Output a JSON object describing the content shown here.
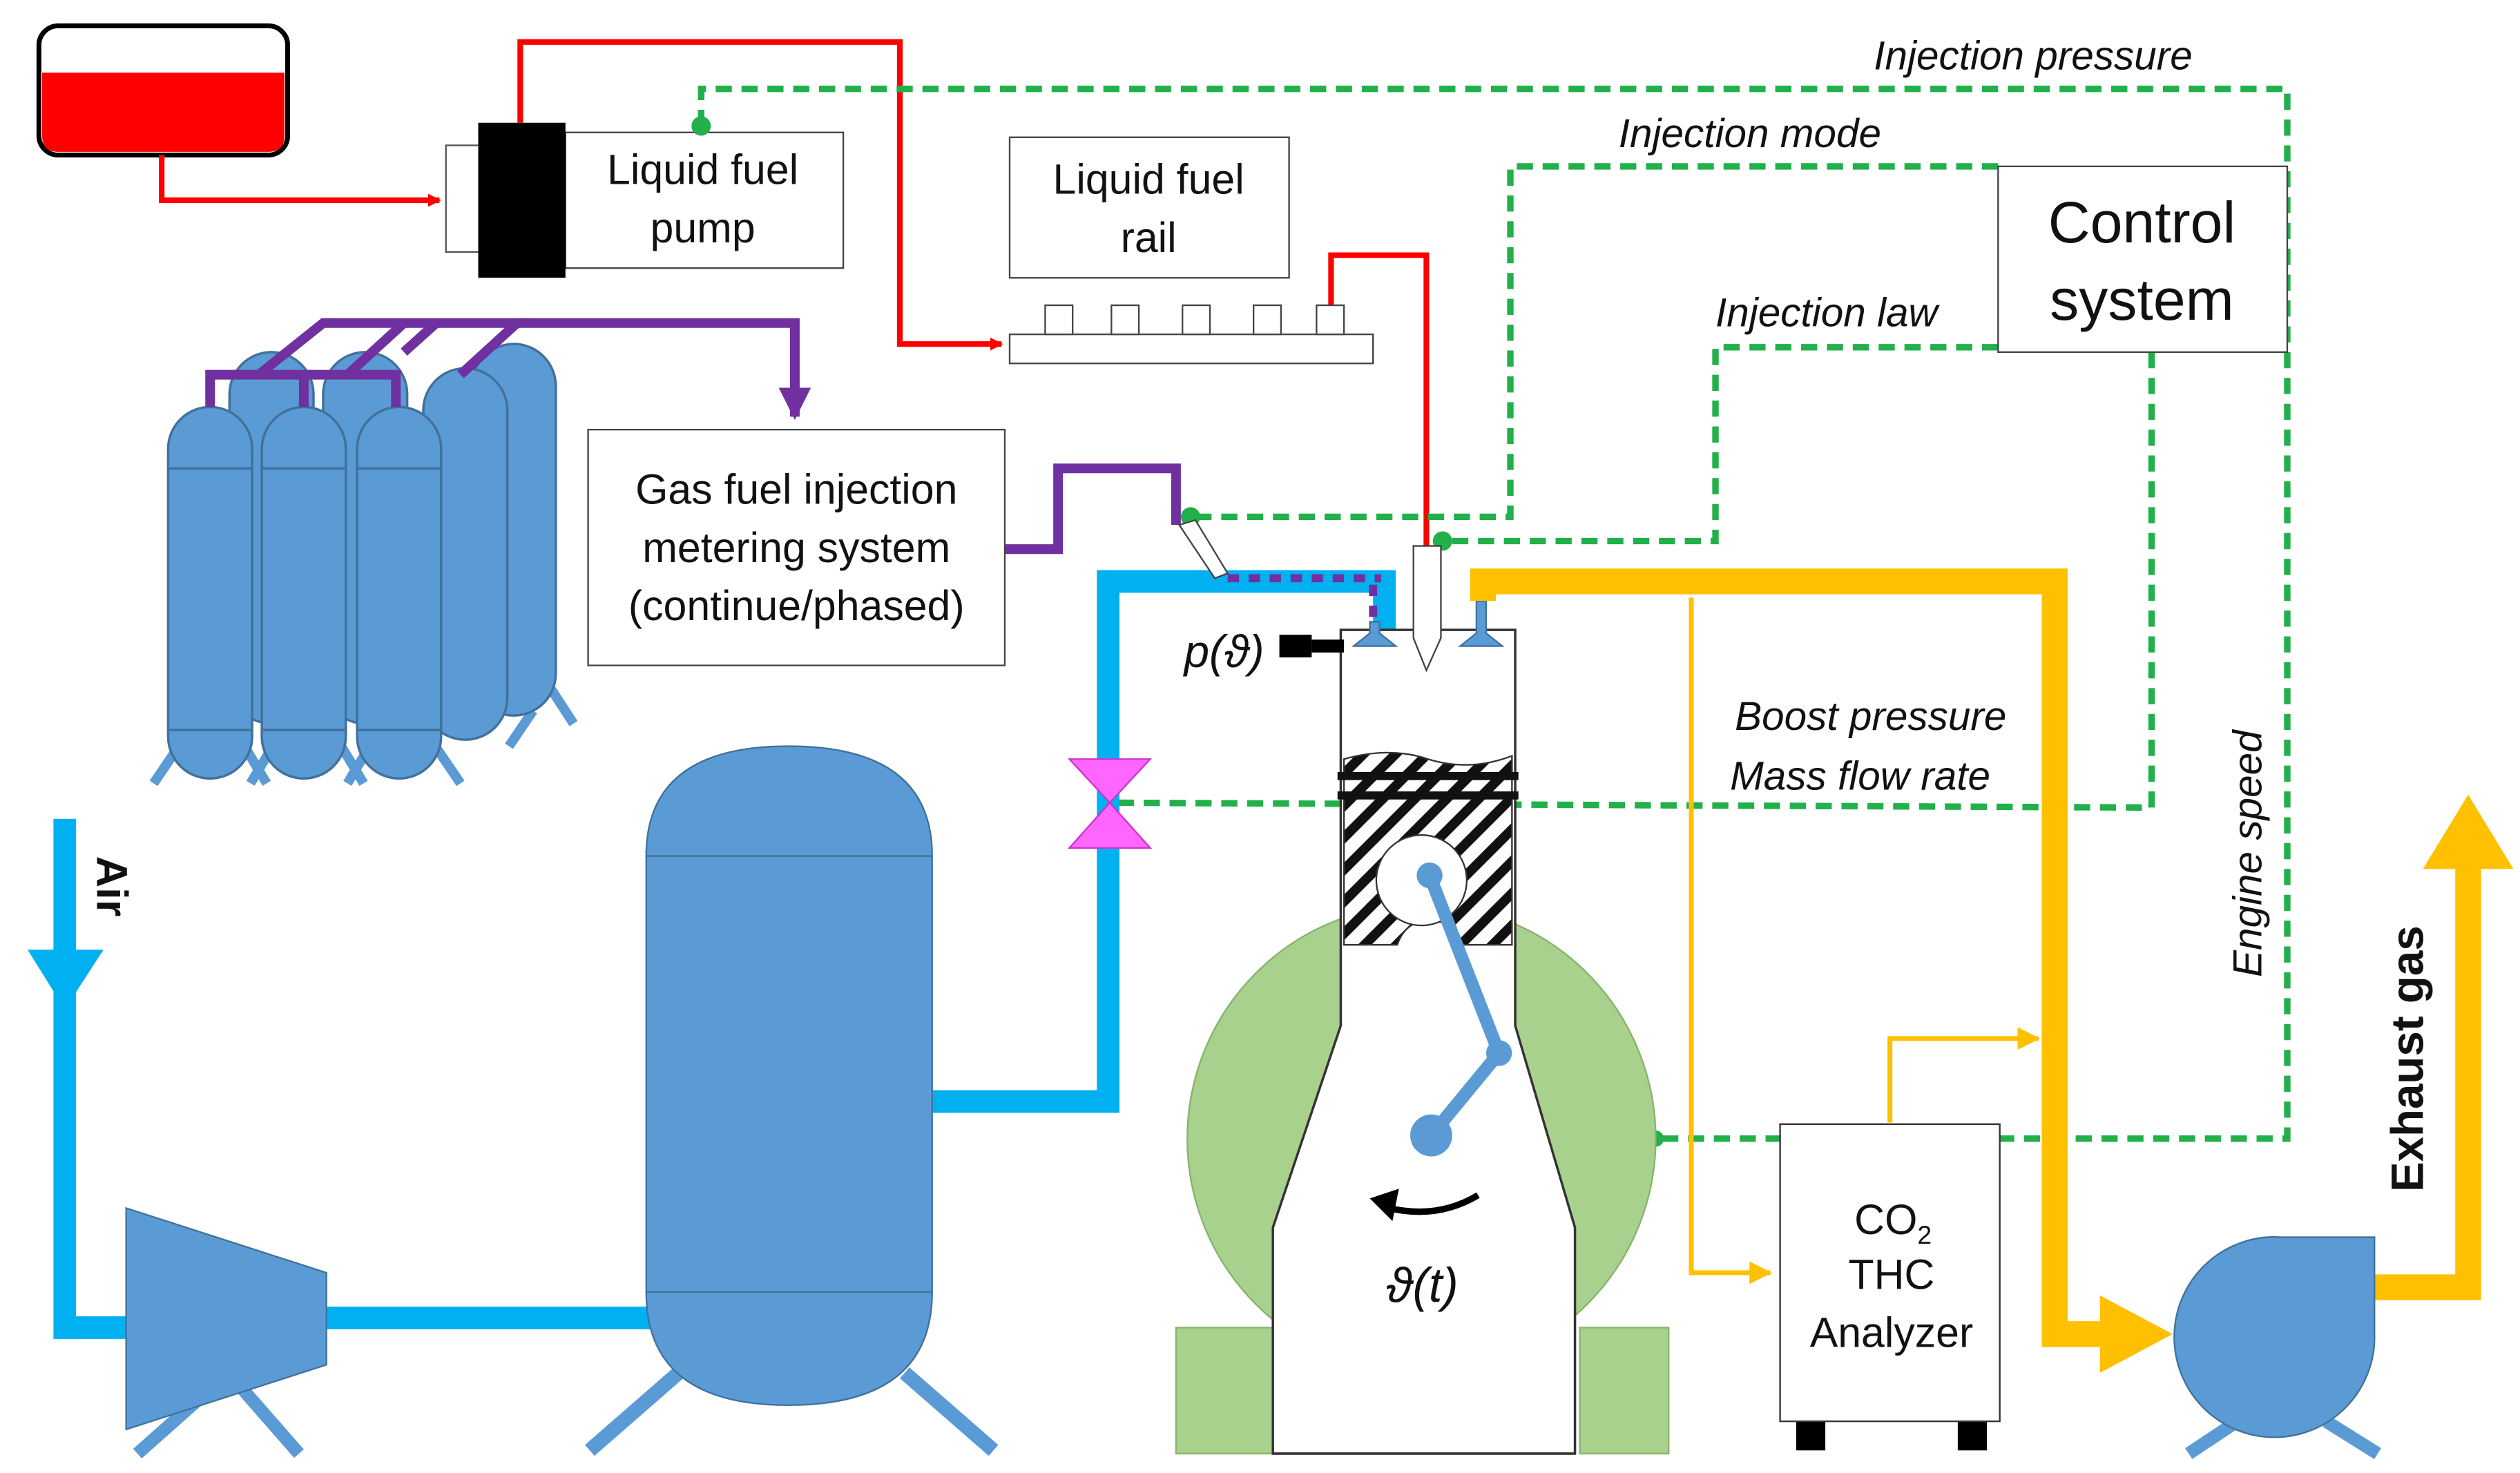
{
  "labels": {
    "liquid_fuel_pump": [
      "Liquid fuel",
      "pump"
    ],
    "liquid_fuel_rail": [
      "Liquid fuel",
      "rail"
    ],
    "gas_system": [
      "Gas fuel injection",
      "metering system",
      "(continue/phased)"
    ],
    "control_system": [
      "Control",
      "system"
    ],
    "injection_pressure": "Injection pressure",
    "injection_mode": "Injection mode",
    "injection_law": "Injection law",
    "boost_pressure": "Boost pressure",
    "mass_flow_rate": "Mass flow rate",
    "engine_speed": "Engine speed",
    "air": "Air",
    "exhaust_gas": "Exhaust gas",
    "pressure_sensor": "p(ϑ)",
    "crank_angle": "ϑ(t)",
    "analyzer": [
      "CO",
      "2",
      "THC",
      "Analyzer"
    ]
  },
  "colors": {
    "liquid_fuel": "#ff0000",
    "gas_fuel": "#7030a0",
    "air": "#00b0f0",
    "exhaust": "#ffc000",
    "signal": "#22b04b",
    "equipment": "#5b9bd5",
    "engine_block": "#a9d18e",
    "valve": "#ff66ff"
  }
}
